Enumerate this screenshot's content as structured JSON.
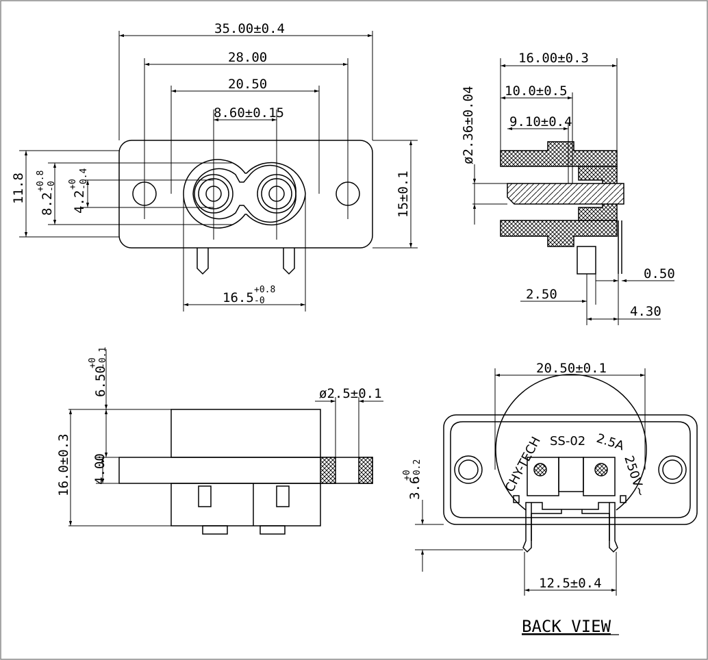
{
  "front_view": {
    "dim_overall_width": "35.00±0.4",
    "dim_hole_pitch": "28.00",
    "dim_body_width": "20.50",
    "dim_pin_pitch": "8.60±0.15",
    "dim_height_left": "11.8",
    "dim_8_2": "8.2",
    "dim_8_2_tol_plus": "+0.8",
    "dim_8_2_tol_minus": "-0",
    "dim_4_2": "4.2",
    "dim_4_2_tol_plus": "+0",
    "dim_4_2_tol_minus": "-0.4",
    "dim_flange_height": "15±0.1",
    "dim_terminal_span": "16.5",
    "dim_terminal_span_tol_plus": "+0.8",
    "dim_terminal_span_tol_minus": "-0"
  },
  "side_view": {
    "dim_depth": "16.00±0.3",
    "dim_10": "10.0±0.5",
    "dim_9_10": "9.10±0.4",
    "dim_pin_dia": "ø2.36±0.04",
    "dim_2_50": "2.50",
    "dim_0_50": "0.50",
    "dim_4_30": "4.30"
  },
  "bottom_view": {
    "dim_6_50": "6.50",
    "dim_6_50_tol_plus": "+0",
    "dim_6_50_tol_minus": "-0.1",
    "dim_16": "16.0±0.3",
    "dim_4": "4.00",
    "dim_hole_dia": "ø2.5±0.1"
  },
  "back_view": {
    "dim_width": "20.50±0.1",
    "dim_3_6": "3.6",
    "dim_3_6_tol_plus": "+0",
    "dim_3_6_tol_minus": "-0.2",
    "dim_terminal_pitch": "12.5±0.4",
    "brand": "CHY-TECH",
    "model": "SS-02",
    "current": "2.5A",
    "voltage": "250V~",
    "caption": "BACK VIEW"
  }
}
